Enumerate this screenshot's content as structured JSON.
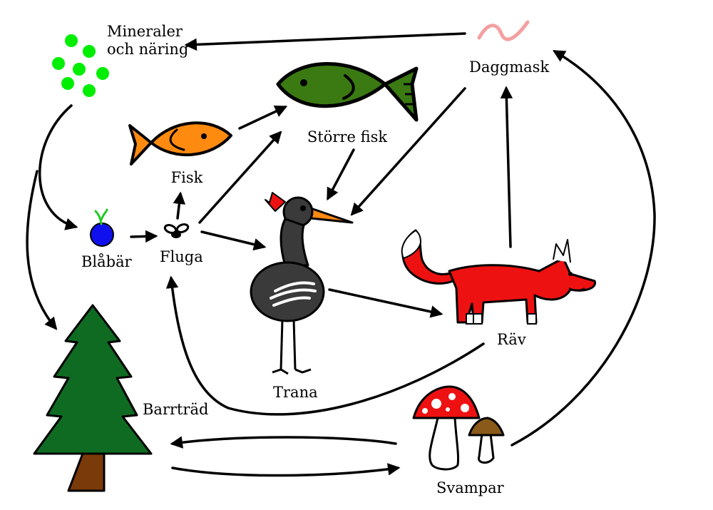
{
  "nodes": {
    "minerals": {
      "line1": "Mineraler",
      "line2": "och näring"
    },
    "worm": "Daggmask",
    "big_fish": "Större fisk",
    "fish": "Fisk",
    "blueberry": "Blåbär",
    "fly": "Fluga",
    "crane": "Trana",
    "fox": "Räv",
    "conifer": "Barrträd",
    "mushrooms": "Svampar"
  },
  "edges": [
    {
      "from": "worm",
      "to": "minerals"
    },
    {
      "from": "minerals",
      "to": "blueberry"
    },
    {
      "from": "minerals",
      "to": "conifer"
    },
    {
      "from": "blueberry",
      "to": "fly"
    },
    {
      "from": "fly",
      "to": "fish"
    },
    {
      "from": "fly",
      "to": "big_fish"
    },
    {
      "from": "fly",
      "to": "crane"
    },
    {
      "from": "fish",
      "to": "big_fish"
    },
    {
      "from": "big_fish",
      "to": "crane"
    },
    {
      "from": "worm",
      "to": "crane"
    },
    {
      "from": "fox",
      "to": "worm"
    },
    {
      "from": "crane",
      "to": "fox"
    },
    {
      "from": "fox",
      "to": "fly"
    },
    {
      "from": "mushrooms",
      "to": "conifer"
    },
    {
      "from": "conifer",
      "to": "mushrooms"
    },
    {
      "from": "mushrooms",
      "to": "worm"
    }
  ],
  "colors": {
    "minerals": "#00ee00",
    "worm": "#f4a0a0",
    "big_fish": "#3b7a12",
    "fish": "#ff8a10",
    "blueberry": "#1010ee",
    "sprout": "#22cc22",
    "crane_body": "#3a3a3a",
    "beak": "#ff8a10",
    "crest": "#ee1111",
    "fox": "#ee1111",
    "tree": "#0f6b22",
    "trunk": "#7a3a0a",
    "mushroom_cap": "#ee1111",
    "small_cap": "#8a5a1a"
  }
}
